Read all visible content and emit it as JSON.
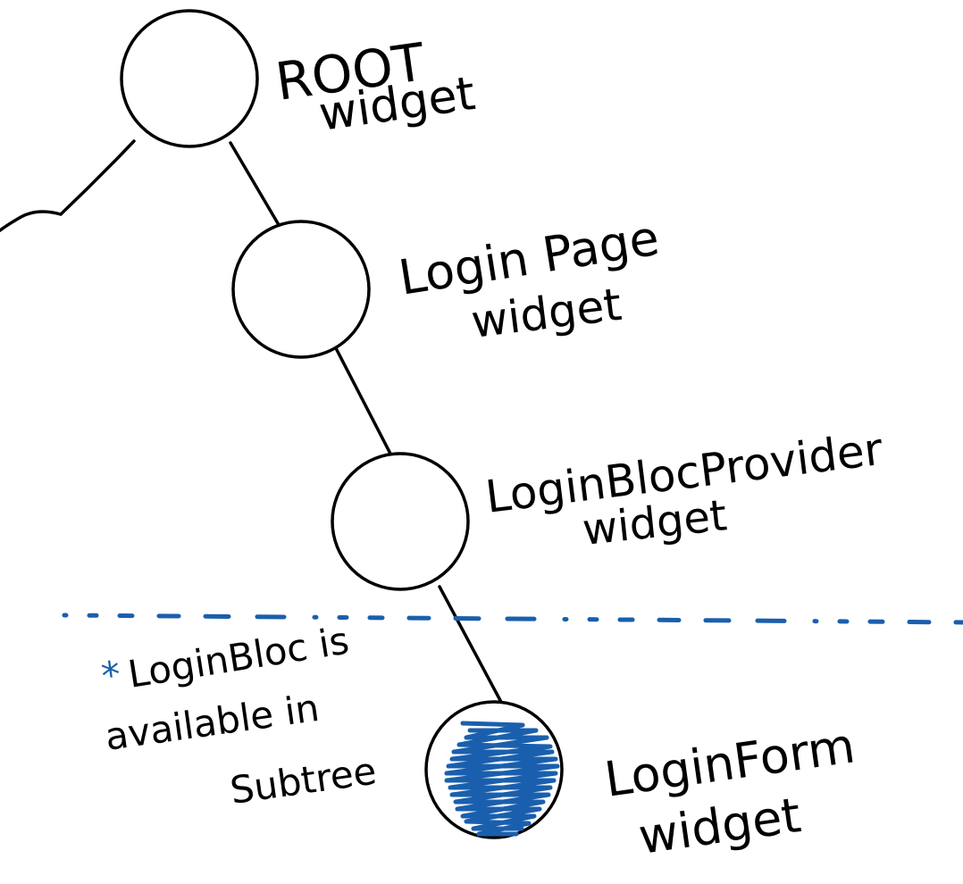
{
  "colors": {
    "ink": "#000000",
    "accent": "#1a5fad",
    "background": "#ffffff"
  },
  "nodes": [
    {
      "id": "root",
      "line1": "ROOT",
      "line2": "widget",
      "filled": false
    },
    {
      "id": "login-page",
      "line1": "Login Page",
      "line2": "widget",
      "filled": false
    },
    {
      "id": "login-bloc-provider",
      "line1": "LoginBlocProvider",
      "line2": "widget",
      "filled": false
    },
    {
      "id": "login-form",
      "line1": "LoginForm",
      "line2": "widget",
      "filled": true
    }
  ],
  "note": {
    "marker": "*",
    "line1": "LoginBloc is",
    "line2": "available in",
    "line3": "Subtree"
  }
}
